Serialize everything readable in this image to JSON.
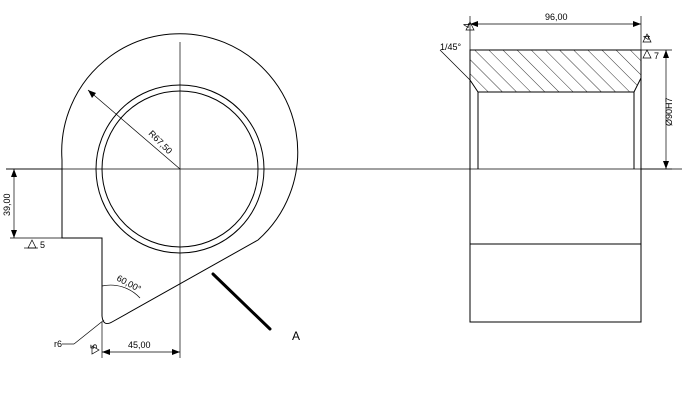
{
  "left_view": {
    "radius_label": "R67,50",
    "height_label": "39,00",
    "width_label": "45,00",
    "angle_label": "60,00°",
    "fillet_label": "r6",
    "roughness_left": "5",
    "roughness_bottom": "5",
    "section_label": "A"
  },
  "right_view": {
    "length_label": "96,00",
    "chamfer_label": "1/45°",
    "diameter_label": "Ø90H7",
    "roughness_left_top": "4",
    "roughness_right_top": "4",
    "roughness_right": "7"
  },
  "colors": {
    "line": "#000000",
    "background": "#ffffff",
    "hatch": "#000000"
  }
}
